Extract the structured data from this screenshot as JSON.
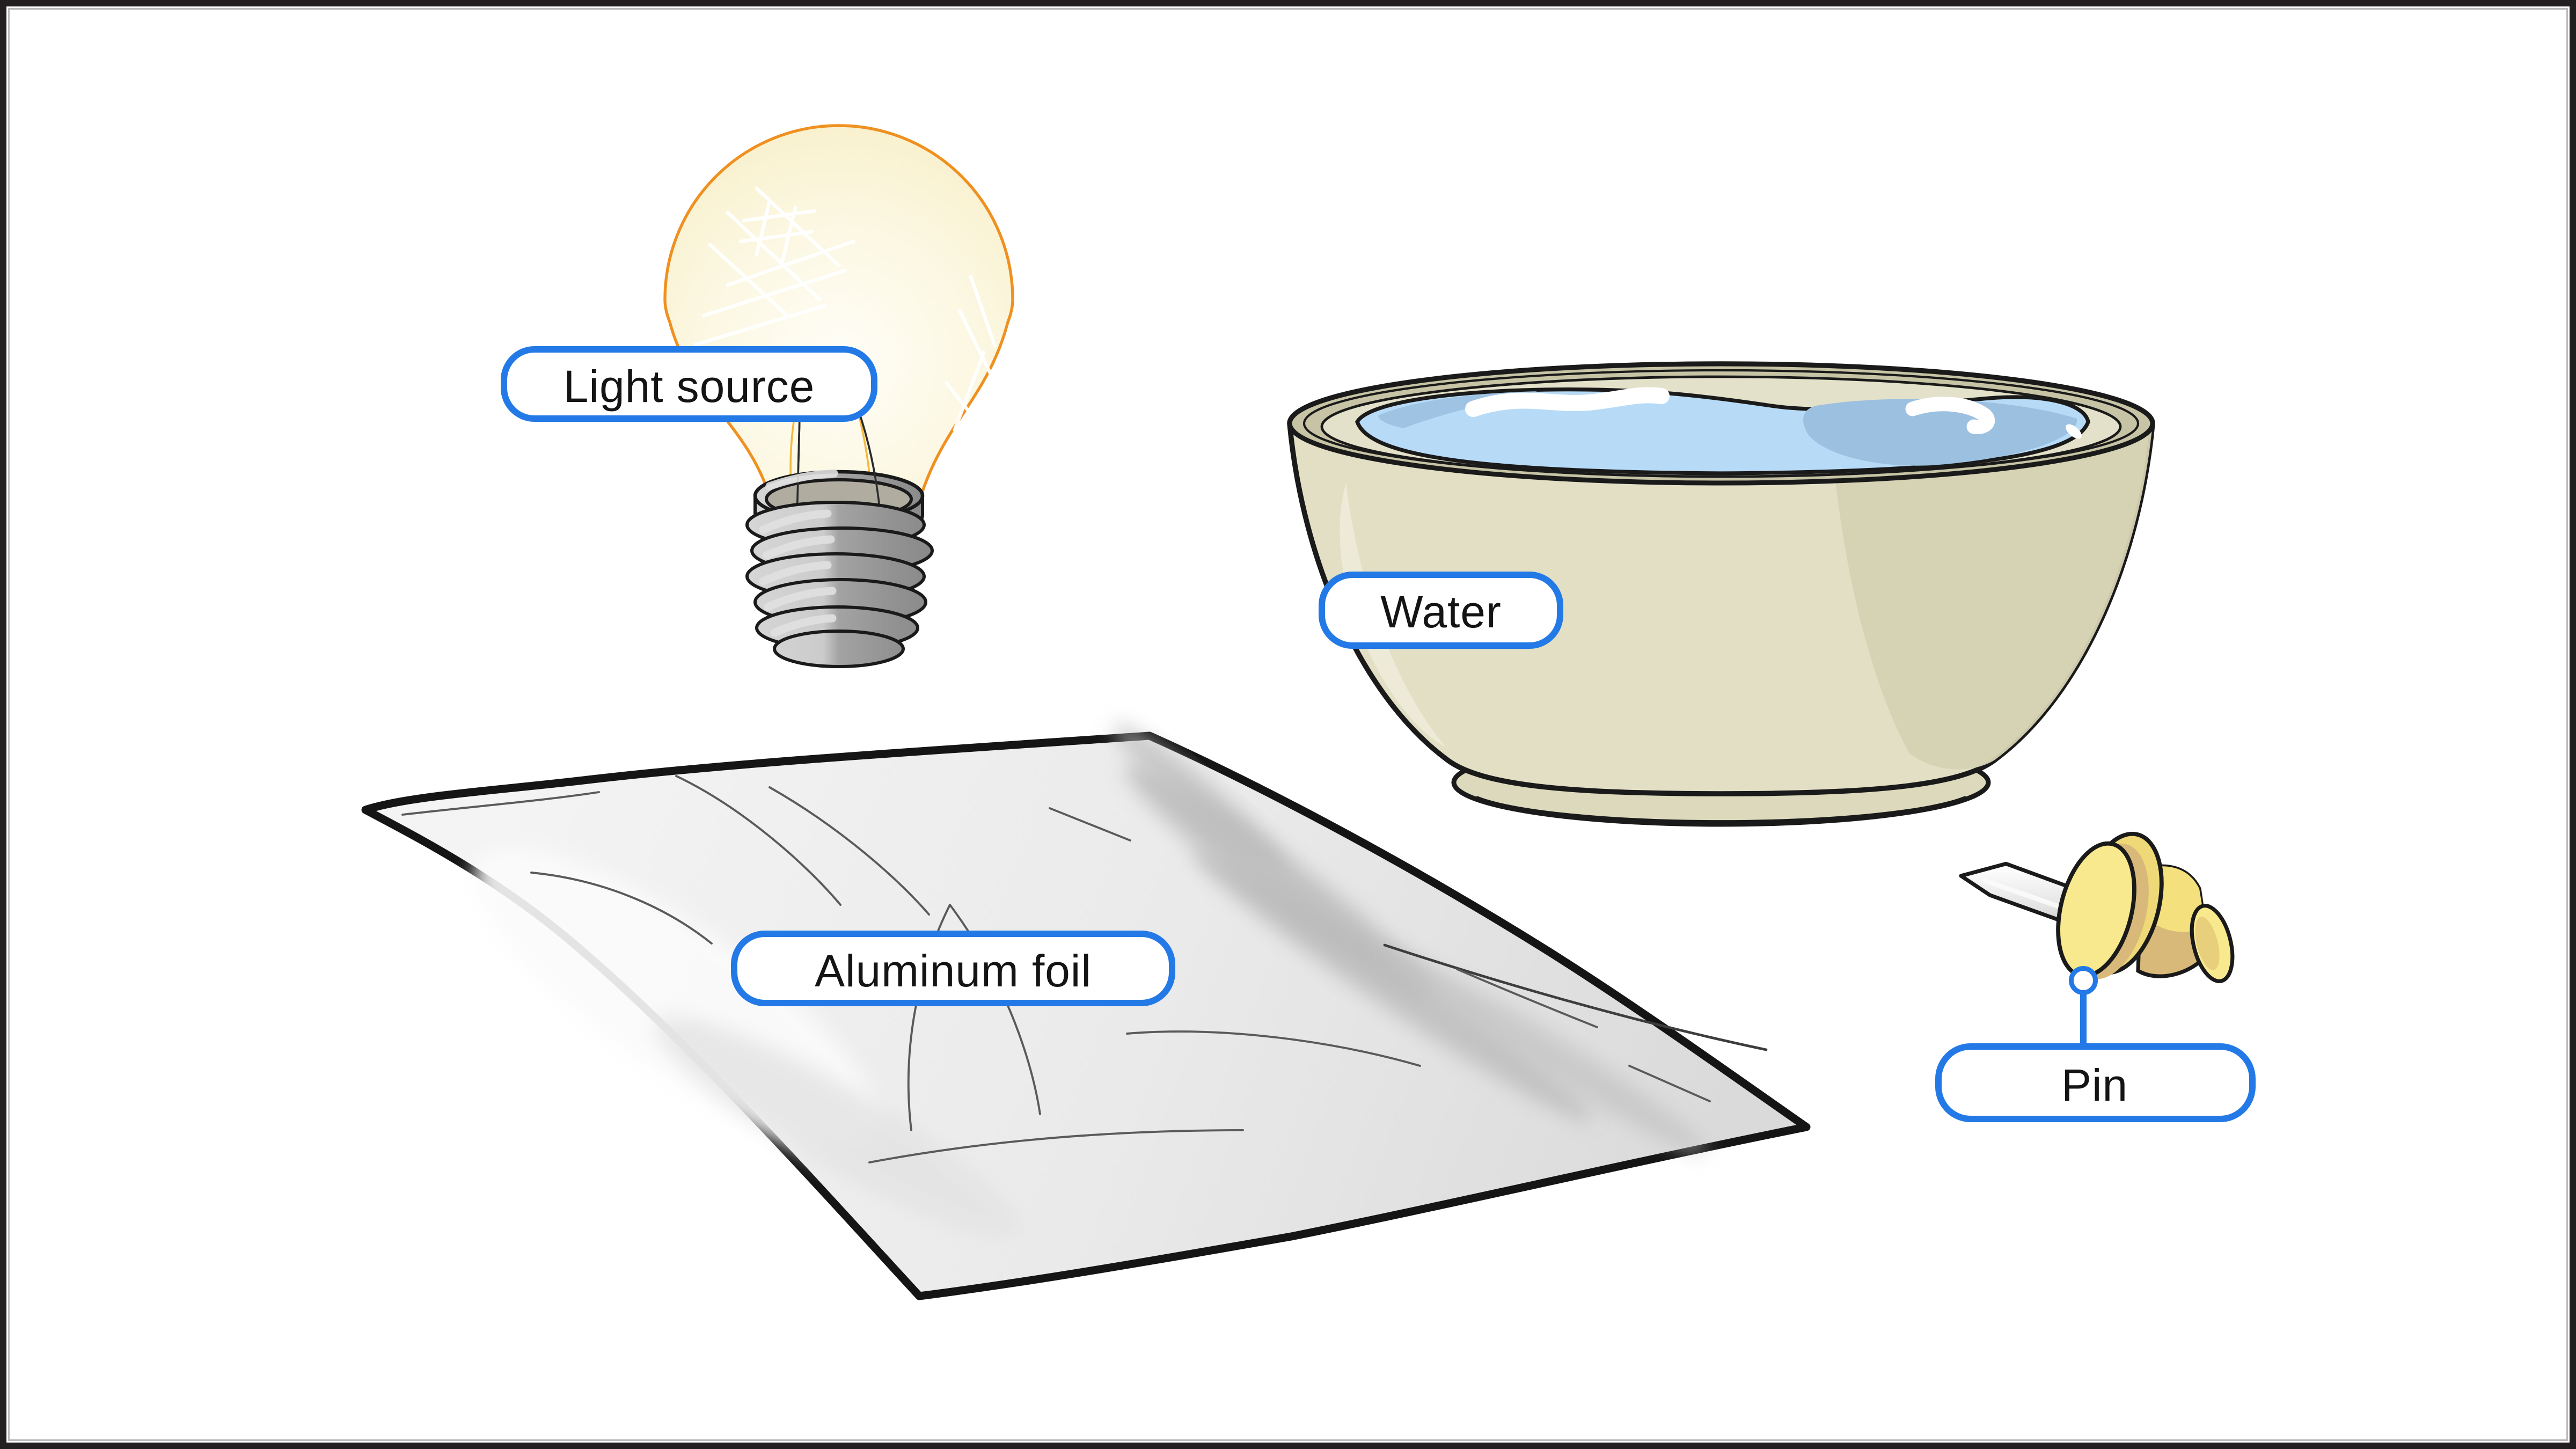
{
  "figure": {
    "background_color": "#ffffff",
    "frame_color": "#231f20",
    "accent_color": "#2379e6",
    "text_color": "#141414"
  },
  "labels": {
    "light_source": "Light source",
    "water": "Water",
    "aluminum_foil": "Aluminum foil",
    "pin": "Pin"
  },
  "objects": {
    "light_bulb": {
      "glass": "#faf3d1",
      "glass_outline": "#ef9020",
      "base_metal": "#bfbfbf",
      "socket_interior": "#b0ada0"
    },
    "water_bowl": {
      "body": "#e2dfc5",
      "rim": "#c6c4a5",
      "water": "#b7dbf7",
      "water_shade": "#9cc0e0",
      "highlight": "#ffffff"
    },
    "aluminum_foil_sheet": {
      "foil": "#efefef",
      "outline": "#161616"
    },
    "push_pin": {
      "head": "#f8e98e",
      "shade": "#d8b97a",
      "needle": "#ececec"
    }
  }
}
